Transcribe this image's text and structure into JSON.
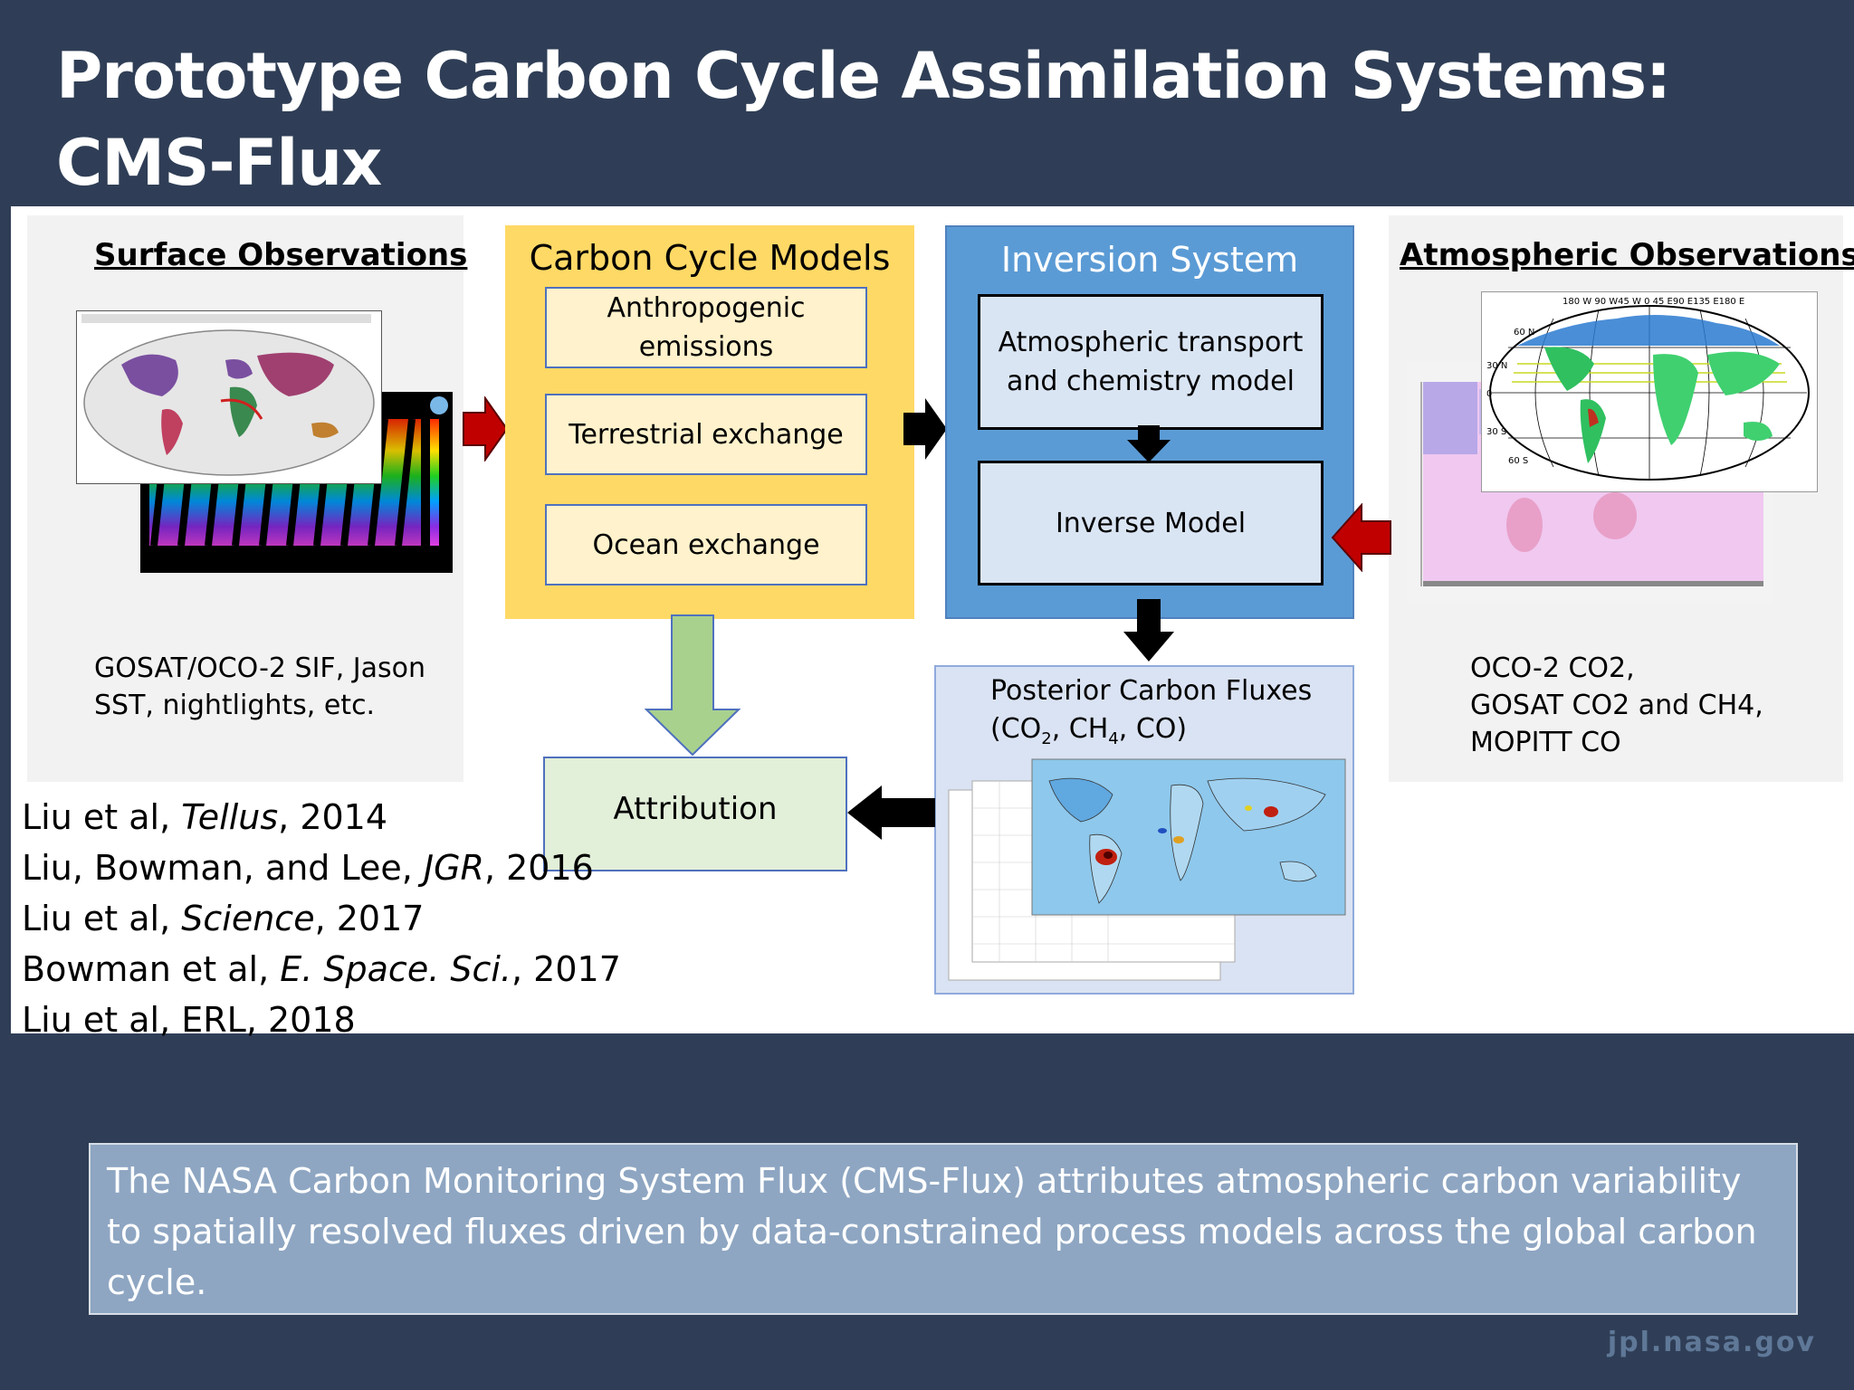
{
  "title": {
    "line1": "Prototype  Carbon Cycle Assimilation Systems:",
    "line2": "CMS-Flux"
  },
  "surface_observations": {
    "heading": "Surface Observations",
    "text_line1": "GOSAT/OCO-2 SIF, Jason",
    "text_line2": "SST, nightlights, etc."
  },
  "carbon_cycle_models": {
    "title": "Carbon Cycle Models",
    "items": [
      {
        "line1": "Anthropogenic",
        "line2": "emissions"
      },
      {
        "line1": "Terrestrial exchange",
        "line2": ""
      },
      {
        "line1": "Ocean exchange",
        "line2": ""
      }
    ]
  },
  "inversion_system": {
    "title": "Inversion System",
    "transport_line1": "Atmospheric transport",
    "transport_line2": "and chemistry model",
    "inverse_model": "Inverse Model"
  },
  "atmospheric_observations": {
    "heading": "Atmospheric  Observations",
    "text_line1": "OCO-2 CO2,",
    "text_line2": "GOSAT CO2 and CH4,",
    "text_line3": "MOPITT CO",
    "map_labels": {
      "top": "180  W     90  W45  W 0    45  E90  E135  E180  E",
      "lat60n": "60  N",
      "lat30n": "30  N",
      "lat0": "0",
      "lat30s": "30  S",
      "lat60s": "60  S"
    }
  },
  "posterior": {
    "line1": "Posterior Carbon Fluxes",
    "open": "(CO",
    "sub1": "2",
    "mid": ", CH",
    "sub2": "4",
    "close": ", CO)"
  },
  "attribution": "Attribution",
  "references": [
    {
      "pre": "Liu et al, ",
      "journal": "Tellus",
      "post": ", 2014"
    },
    {
      "pre": "Liu, Bowman, and Lee, ",
      "journal": "JGR",
      "post": ", 2016"
    },
    {
      "pre": "Liu et al, ",
      "journal": "Science",
      "post": ", 2017"
    },
    {
      "pre": "Bowman et al, ",
      "journal": "E. Space. Sci.",
      "post": ", 2017"
    },
    {
      "pre": "Liu et al, ERL, 2018",
      "journal": "",
      "post": ""
    }
  ],
  "summary": "The NASA Carbon Monitoring System Flux (CMS-Flux) attributes atmospheric carbon variability to spatially resolved fluxes driven by data-constrained process models across the global carbon cycle.",
  "footer": "jpl.nasa.gov",
  "colors": {
    "background": "#2f3e56",
    "carbon_models": "#ffd966",
    "inversion": "#5b9bd5",
    "red_arrow": "#c00000",
    "green_arrow": "#a9d18e"
  }
}
